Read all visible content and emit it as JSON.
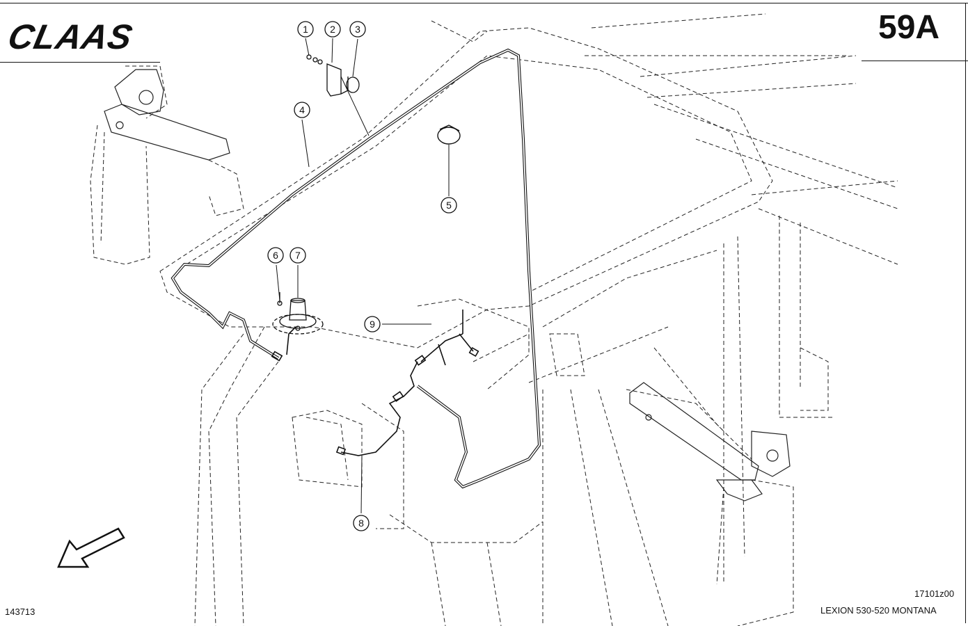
{
  "header": {
    "brand": "CLAAS",
    "page_number": "59A"
  },
  "footer": {
    "drawing_number": "143713",
    "figure_code": "17101z00",
    "model": "LEXION 530-520 MONTANA"
  },
  "callouts": [
    "1",
    "2",
    "3",
    "4",
    "5",
    "6",
    "7",
    "8",
    "9"
  ],
  "icons": {
    "direction_arrow": "arrow-southwest-icon"
  }
}
